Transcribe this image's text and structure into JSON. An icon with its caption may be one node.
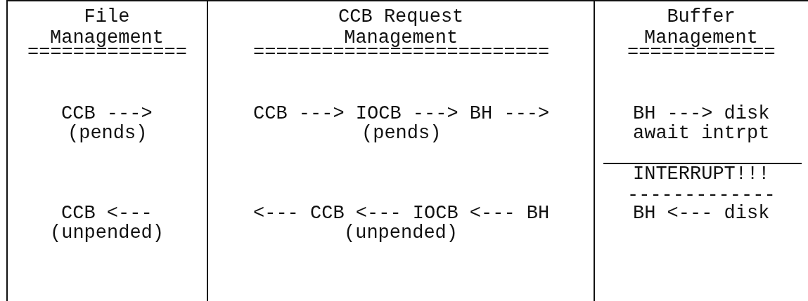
{
  "diagram": {
    "labels": [
      "File Management",
      "CCB Request Management",
      "Buffer Management",
      "==============",
      "==========================",
      "=============",
      "CCB --->",
      "CCB ---> IOCB ---> BH --->",
      "BH ---> disk",
      "(pends)",
      "(pends)",
      "await intrpt",
      "INTERRUPT!!!",
      "-------------",
      "CCB <---",
      "<--- CCB <--- IOCB <--- BH",
      "BH <--- disk",
      "(unpended)",
      "(unpended)"
    ]
  }
}
